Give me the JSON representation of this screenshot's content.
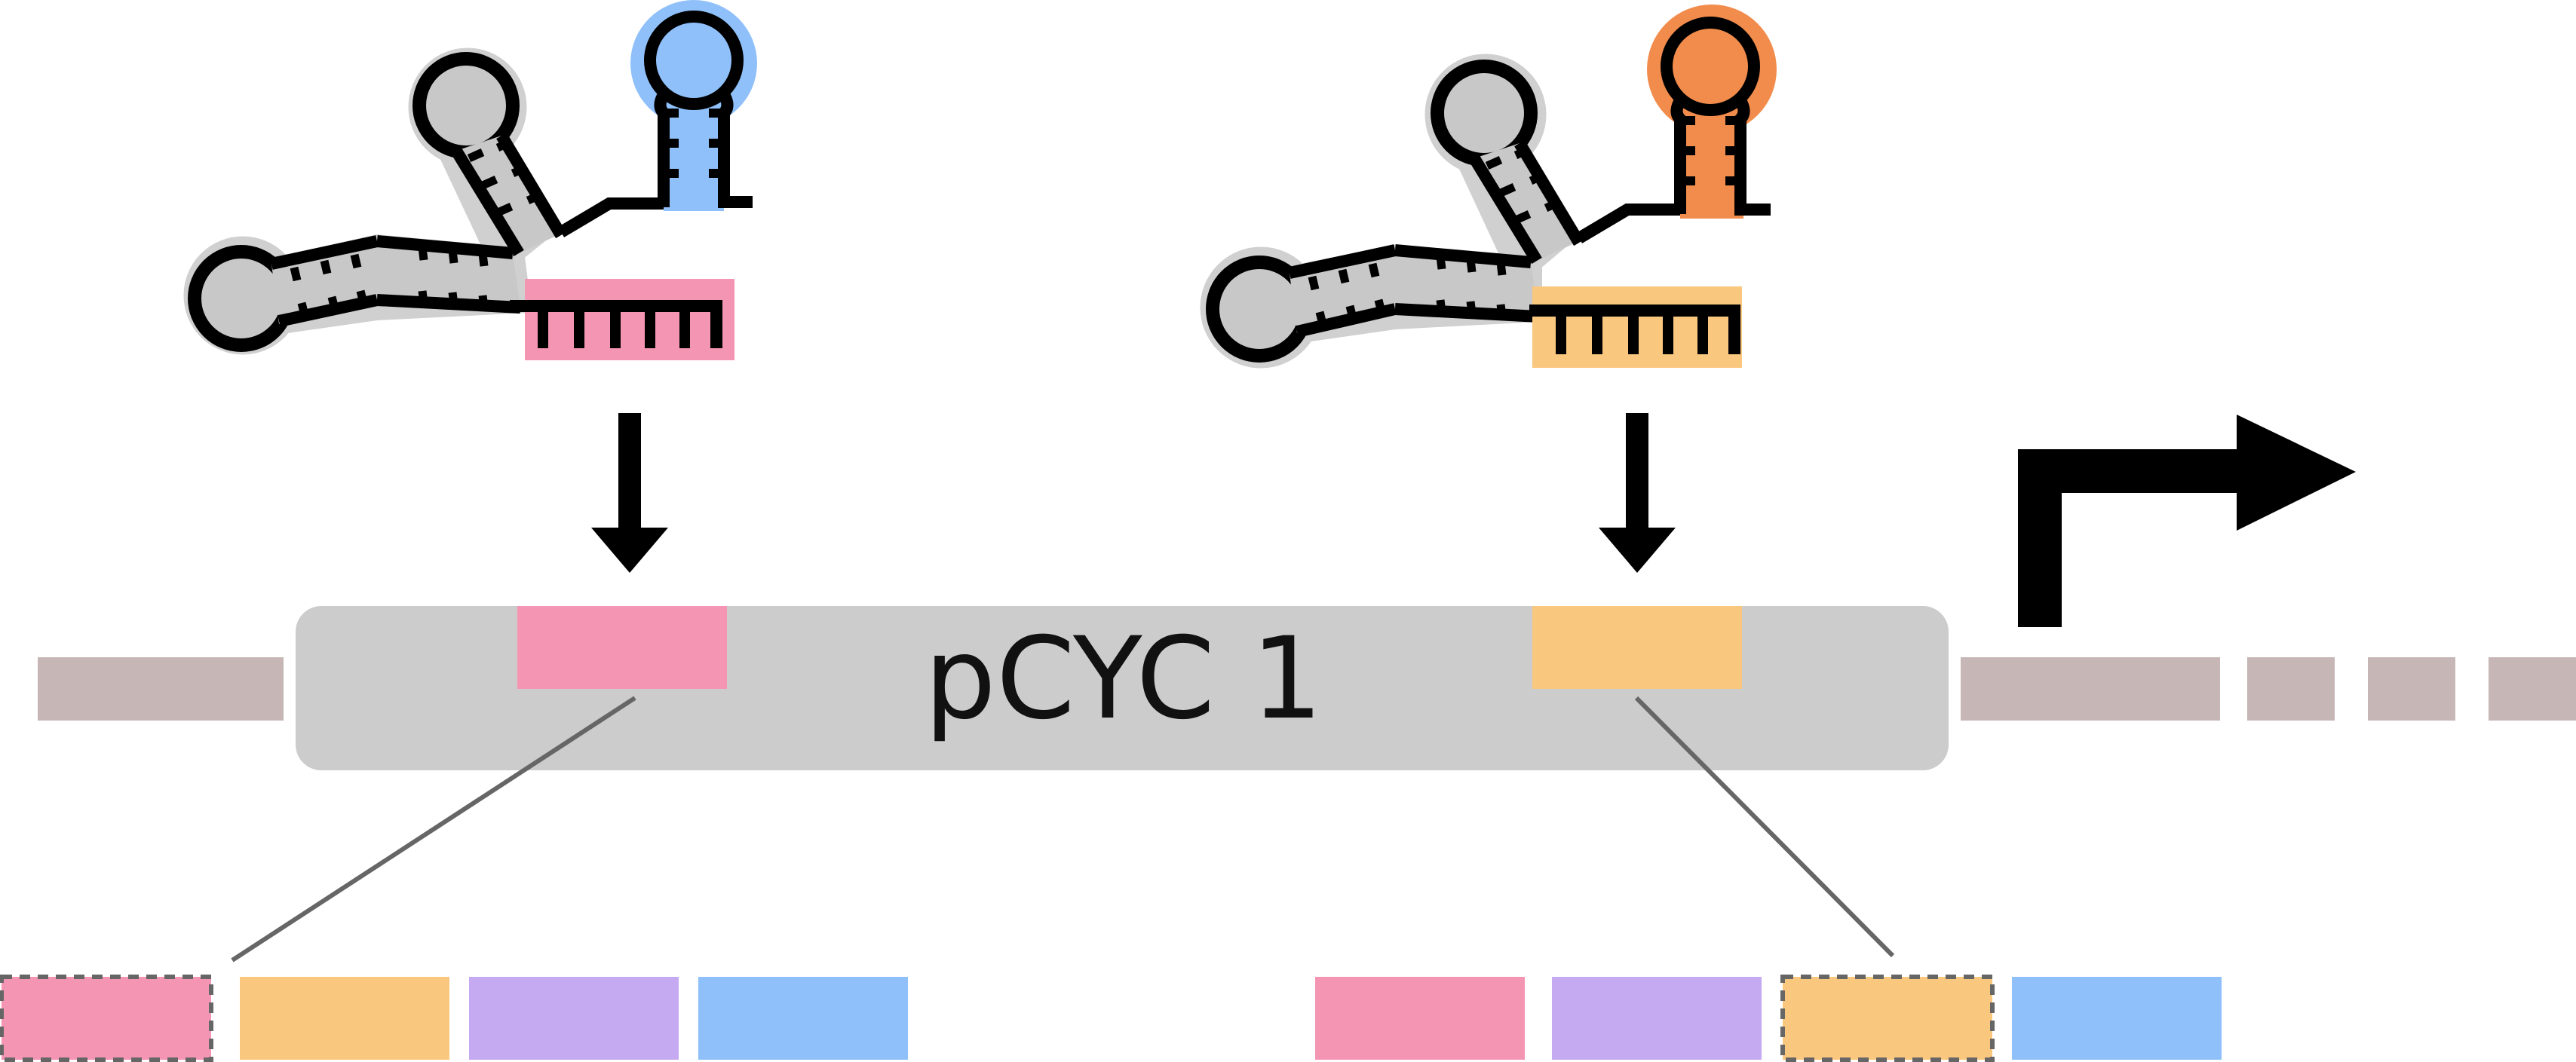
{
  "promoter": {
    "label": "pCYC 1"
  },
  "guide_rnas": [
    {
      "id": "grna-left",
      "scaffold_hairpin_color": "#8fc0fa",
      "spacer_color": "#f595b4",
      "target_color": "#f595b4"
    },
    {
      "id": "grna-right",
      "scaffold_hairpin_color": "#f28c4c",
      "spacer_color": "#fac77f",
      "target_color": "#fac77f"
    }
  ],
  "colors": {
    "dna_segment": "#c6b6b5",
    "promoter_box": "#cccccc",
    "rna_body_gray": "#c8c8c8",
    "rna_halo": "#d0d0d0",
    "outline": "#000000",
    "connector_line": "#666666",
    "pink": "#f595b4",
    "yellow": "#fac77f",
    "purple": "#c5aaf2",
    "blue": "#8fc0fa"
  },
  "target_option_rows": [
    {
      "id": "left-options",
      "boxes": [
        "pink",
        "yellow",
        "purple",
        "blue"
      ],
      "selected_index": 0
    },
    {
      "id": "right-options",
      "boxes": [
        "pink",
        "purple",
        "yellow",
        "blue"
      ],
      "selected_index": 2
    }
  ],
  "icons": [
    "binding-arrow-icon",
    "transcription-start-arrow-icon"
  ]
}
